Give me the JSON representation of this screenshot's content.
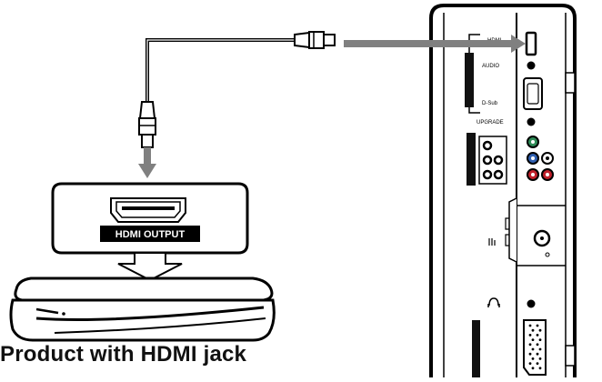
{
  "caption": "Product with HDMI jack",
  "source_label": "HDMI OUTPUT",
  "tv_panel": {
    "labels": {
      "hdmi": "HDMI",
      "audio": "AUDIO",
      "dsub": "D-Sub",
      "upgrade": "UPGRADE"
    }
  },
  "colors": {
    "line": "#000000",
    "arrow": "#808080",
    "jack_green": "#2e8b57",
    "jack_blue": "#2f5fb0",
    "jack_red": "#c0202a",
    "jack_white": "#ffffff"
  }
}
